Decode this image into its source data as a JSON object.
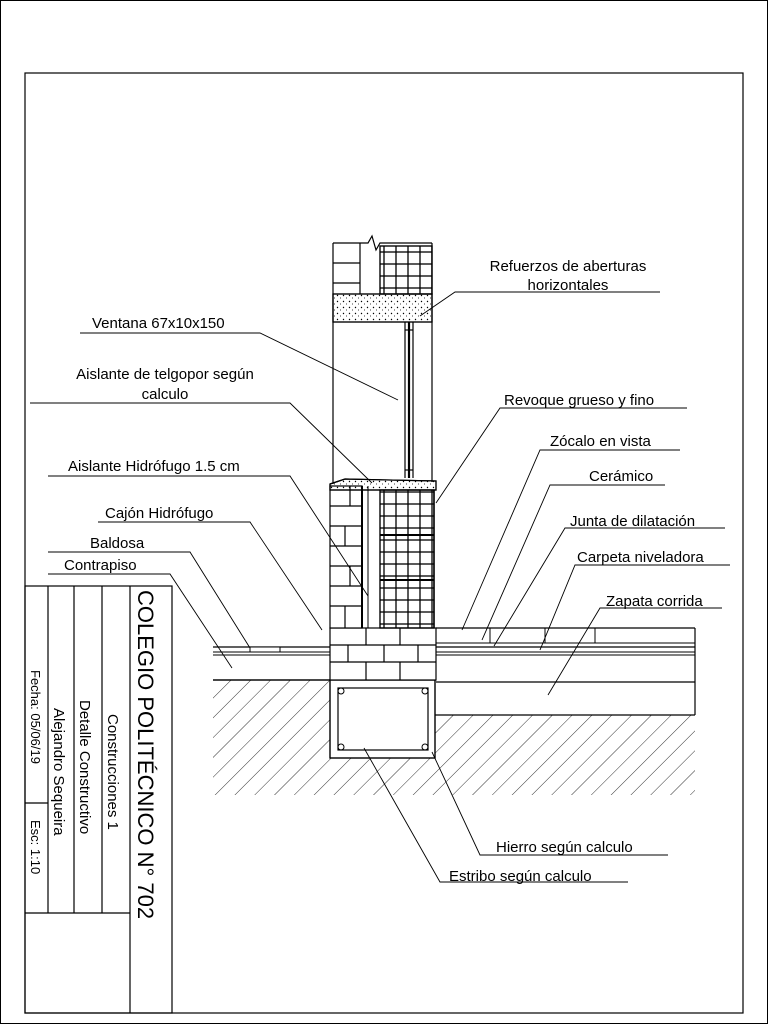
{
  "labels": {
    "refuerzos": "Refuerzos de aberturas",
    "refuerzos_2": "horizontales",
    "ventana": "Ventana 67x10x150",
    "aislante_telgopor": "Aislante de telgopor según",
    "aislante_telgopor_2": "calculo",
    "revoque": "Revoque grueso y fino",
    "zocalo": "Zócalo en vista",
    "ceramico": "Cerámico",
    "aislante_hidrofugo": "Aislante Hidrófugo 1.5 cm",
    "junta": "Junta de dilatación",
    "cajon": "Cajón Hidrófugo",
    "carpeta": "Carpeta niveladora",
    "baldosa": "Baldosa",
    "contrapiso": "Contrapiso",
    "zapata": "Zapata corrida",
    "hierro": "Hierro según calculo",
    "estribo": "Estribo según calculo"
  },
  "title_block": {
    "school": "COLEGIO POLITÉCNICO N° 702",
    "subject": "Construcciones 1",
    "drawing": "Detalle Constructivo",
    "author": "Alejandro Sequeira",
    "date": "Fecha: 05/06/19",
    "scale": "Esc: 1:10"
  }
}
